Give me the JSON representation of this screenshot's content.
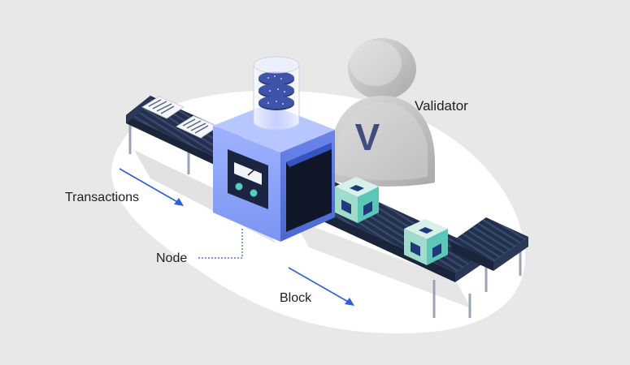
{
  "labels": {
    "validator": "Validator",
    "transactions": "Transactions",
    "node": "Node",
    "block": "Block"
  },
  "validator_badge": "V",
  "colors": {
    "background": "#e8e8e8",
    "floor": "#ffffff",
    "belt": "#1f2b45",
    "node_blue": "#6f8ef0",
    "block_teal": "#5cc6b8",
    "arrow_blue": "#2e5fd6",
    "validator_gray": "#c9c9c9",
    "validator_badge": "#3d4f7a"
  },
  "icons": [
    "document-icon",
    "database-icon",
    "gauge-icon",
    "block-cube-icon",
    "validator-person-icon"
  ]
}
